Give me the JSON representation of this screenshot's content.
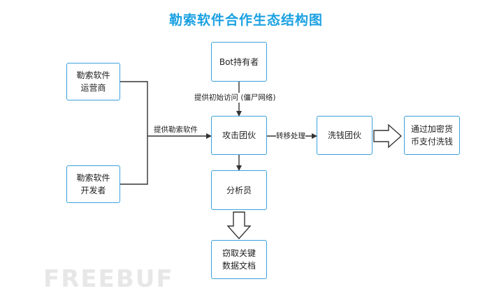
{
  "title": "勒索软件合作生态结构图",
  "nodes": {
    "operator": "勒索软件\n运营商",
    "developer": "勒索软件\n开发者",
    "bot_holder": "Bot持有者",
    "attack_group": "攻击团伙",
    "laundering_group": "洗钱团伙",
    "crypto_payment": "通过加密货\n币支付洗钱",
    "analyst": "分析员",
    "steal_docs": "窃取关键\n数据文档"
  },
  "edges": {
    "initial_access": "提供初始访问 (僵尸网络)",
    "provide_ransomware": "提供勒索软件",
    "transfer_processing": "转移处理"
  },
  "watermark": "FREEBUF"
}
